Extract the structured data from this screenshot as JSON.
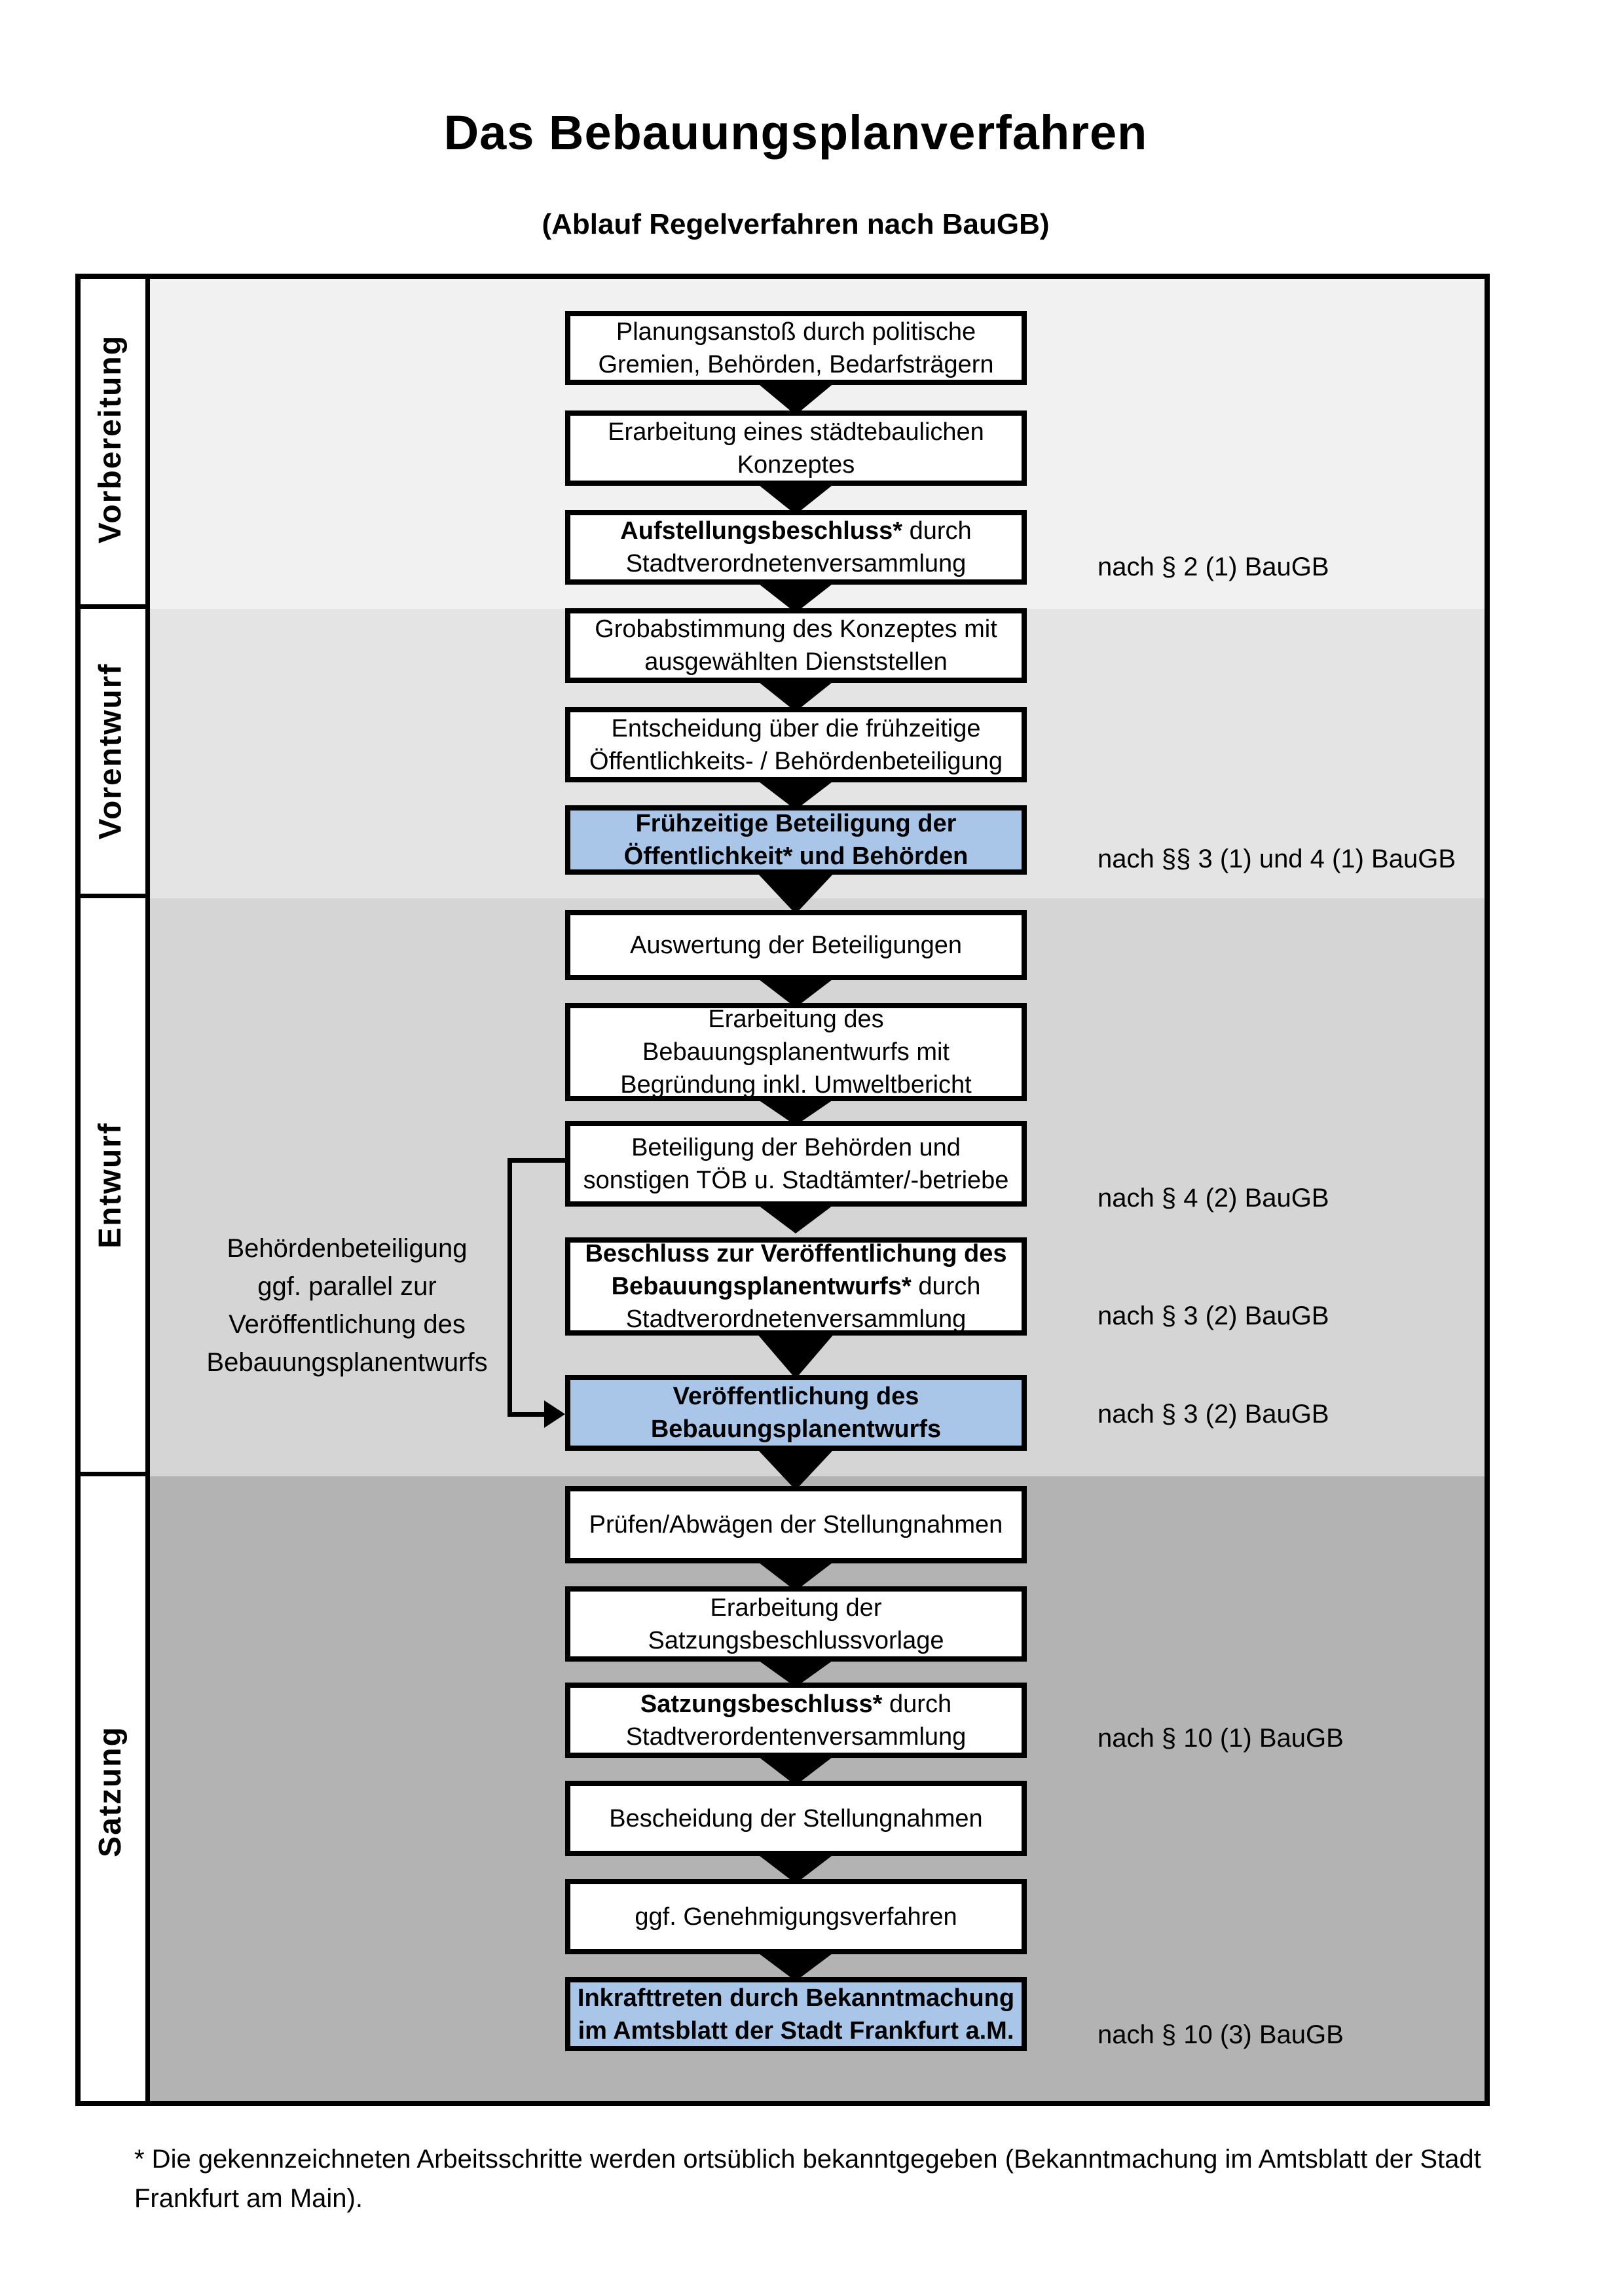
{
  "title": "Das Bebauungsplanverfahren",
  "subtitle": "(Ablauf Regelverfahren nach BauGB)",
  "phases": [
    {
      "label": "Vorbereitung"
    },
    {
      "label": "Vorentwurf"
    },
    {
      "label": "Entwurf"
    },
    {
      "label": "Satzung"
    }
  ],
  "side_note": {
    "line1": "Behördenbeteiligung",
    "line2": "ggf. parallel zur",
    "line3": "Veröffentlichung des",
    "line4": "Bebauungsplanentwurfs"
  },
  "boxes": [
    {
      "lines": [
        {
          "t": "Planungsanstoß durch politische"
        },
        {
          "t": "Gremien, Behörden, Bedarfsträgern"
        }
      ]
    },
    {
      "lines": [
        {
          "t": "Erarbeitung eines städtebaulichen"
        },
        {
          "t": "Konzeptes"
        }
      ]
    },
    {
      "lines": [
        {
          "b": "Aufstellungsbeschluss*",
          "t": " durch"
        },
        {
          "t": "Stadtverordnetenversammlung"
        }
      ],
      "law": "nach § 2 (1) BauGB"
    },
    {
      "lines": [
        {
          "t": "Grobabstimmung des Konzeptes mit"
        },
        {
          "t": "ausgewählten Dienststellen"
        }
      ]
    },
    {
      "lines": [
        {
          "t": "Entscheidung über die frühzeitige"
        },
        {
          "t": "Öffentlichkeits- / Behördenbeteiligung"
        }
      ]
    },
    {
      "lines": [
        {
          "b": "Frühzeitige Beteiligung der"
        },
        {
          "b": "Öffentlichkeit* und Behörden"
        }
      ],
      "law": "nach §§ 3 (1) und 4 (1) BauGB"
    },
    {
      "lines": [
        {
          "t": "Auswertung der Beteiligungen"
        }
      ]
    },
    {
      "lines": [
        {
          "t": "Erarbeitung des"
        },
        {
          "t": "Bebauungsplanentwurfs mit"
        },
        {
          "t": "Begründung inkl. Umweltbericht"
        }
      ]
    },
    {
      "lines": [
        {
          "t": "Beteiligung der Behörden und"
        },
        {
          "t": "sonstigen TÖB u. Stadtämter/-betriebe"
        }
      ],
      "law": "nach § 4 (2) BauGB"
    },
    {
      "lines": [
        {
          "b": "Beschluss zur Veröffentlichung des"
        },
        {
          "b": "Bebauungsplanentwurfs*",
          "t": " durch"
        },
        {
          "t": "Stadtverordnetenversammlung"
        }
      ],
      "law": "nach § 3 (2) BauGB"
    },
    {
      "lines": [
        {
          "b": "Veröffentlichung des"
        },
        {
          "b": "Bebauungsplanentwurfs"
        }
      ],
      "law": "nach § 3 (2) BauGB"
    },
    {
      "lines": [
        {
          "t": "Prüfen/Abwägen der Stellungnahmen"
        }
      ]
    },
    {
      "lines": [
        {
          "t": "Erarbeitung der"
        },
        {
          "t": "Satzungsbeschlussvorlage"
        }
      ]
    },
    {
      "lines": [
        {
          "b": "Satzungsbeschluss*",
          "t": " durch"
        },
        {
          "t": "Stadtverordentenversammlung"
        }
      ],
      "law": "nach § 10 (1) BauGB"
    },
    {
      "lines": [
        {
          "t": "Bescheidung der Stellungnahmen"
        }
      ]
    },
    {
      "lines": [
        {
          "t": "ggf. Genehmigungsverfahren"
        }
      ]
    },
    {
      "lines": [
        {
          "b": "Inkrafttreten",
          "t": " durch Bekanntmachung"
        },
        {
          "t": "im Amtsblatt der Stadt Frankfurt a.M."
        }
      ],
      "law": "nach § 10 (3) BauGB"
    }
  ],
  "footnote": {
    "line1": "* Die gekennzeichneten Arbeitsschritte werden ortsüblich bekanntgegeben (Bekanntmachung im Amtsblatt  der Stadt",
    "line2": "Frankfurt am Main)."
  },
  "colors": {
    "band_vorbereitung": "#f1f1f1",
    "band_vorentwurf": "#e4e4e4",
    "band_entwurf": "#d5d5d5",
    "band_satzung": "#b3b3b3",
    "highlight_blue": "#a9c6e9",
    "box_white": "#ffffff",
    "line_black": "#000000"
  }
}
